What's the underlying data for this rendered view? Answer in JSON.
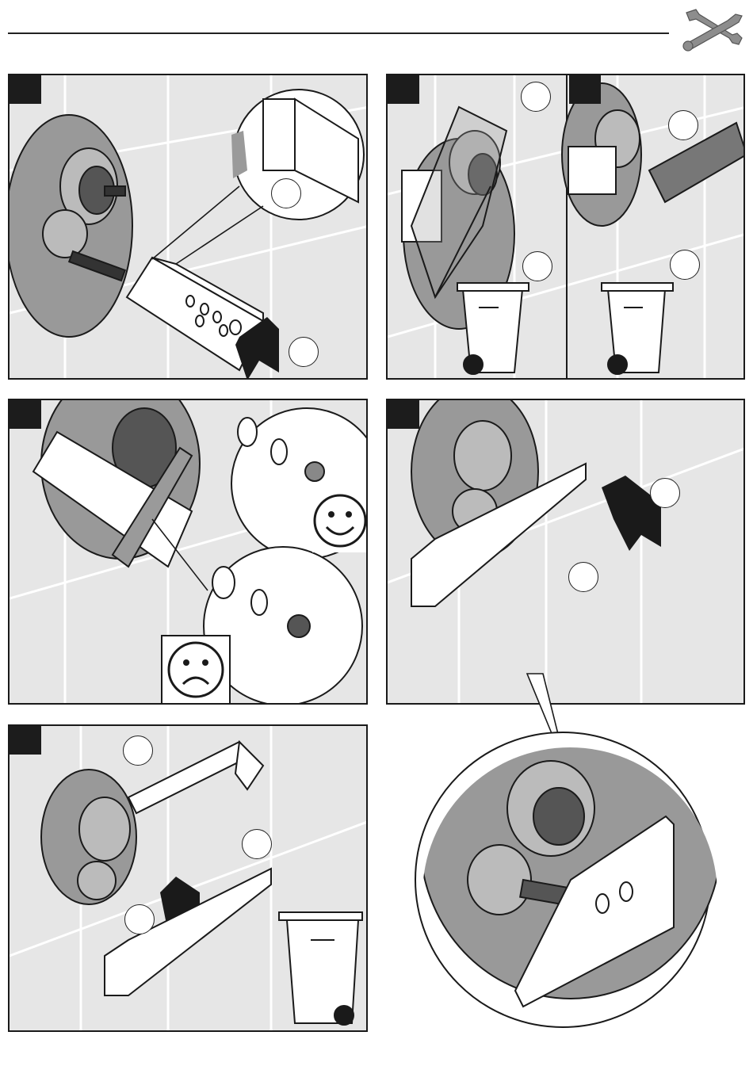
{
  "header": {
    "icon": "wrench-screwdriver-icon"
  },
  "panels": [
    {
      "id": "p1",
      "callouts": 2,
      "has_zoom": true
    },
    {
      "id": "p2a",
      "callouts": 2,
      "tool": "hacksaw-icon",
      "container": "waste-bin-icon"
    },
    {
      "id": "p2b",
      "callouts": 2,
      "tool": "multitool-icon",
      "container": "waste-bin-icon"
    },
    {
      "id": "p3",
      "callouts": 0,
      "tool": "file-icon",
      "good_result": "smiley-face-icon",
      "bad_result": "sad-face-icon"
    },
    {
      "id": "p4",
      "callouts": 2,
      "has_zoom": true
    },
    {
      "id": "p5",
      "callouts": 3,
      "tool": "caulking-gun-icon",
      "container": "waste-bin-icon"
    }
  ],
  "colors": {
    "panel_bg": "#e6e6e6",
    "line": "#1a1a1a",
    "tile_line": "#ffffff",
    "part_mid": "#8a8a8a",
    "part_dark": "#3a3a3a"
  }
}
